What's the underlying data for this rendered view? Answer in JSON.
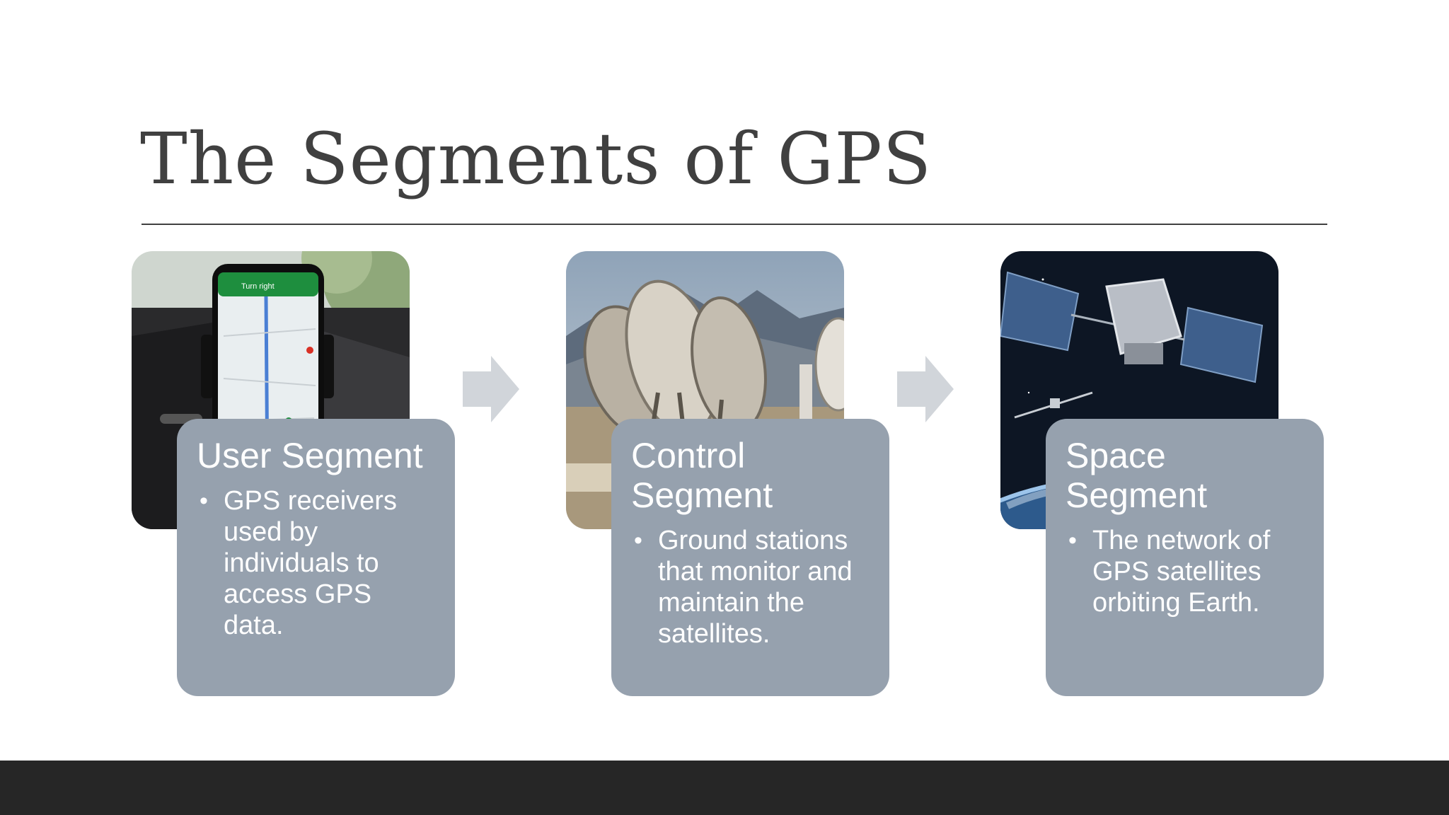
{
  "slide": {
    "title": "The Segments of GPS",
    "segments": [
      {
        "heading": "User Segment",
        "bullet": "GPS receivers used by individuals to access GPS data.",
        "image": "phone-navigation-photo",
        "phone_banner": "Turn right"
      },
      {
        "heading": "Control Segment",
        "bullet": "Ground stations that monitor and maintain the satellites.",
        "image": "satellite-dish-station-photo"
      },
      {
        "heading": "Space Segment",
        "bullet": "The network of GPS satellites orbiting Earth.",
        "image": "gps-satellite-photo"
      }
    ],
    "colors": {
      "card": "#96a1ae",
      "arrow": "#d1d5da",
      "title": "#404040",
      "footer": "#262626"
    }
  }
}
